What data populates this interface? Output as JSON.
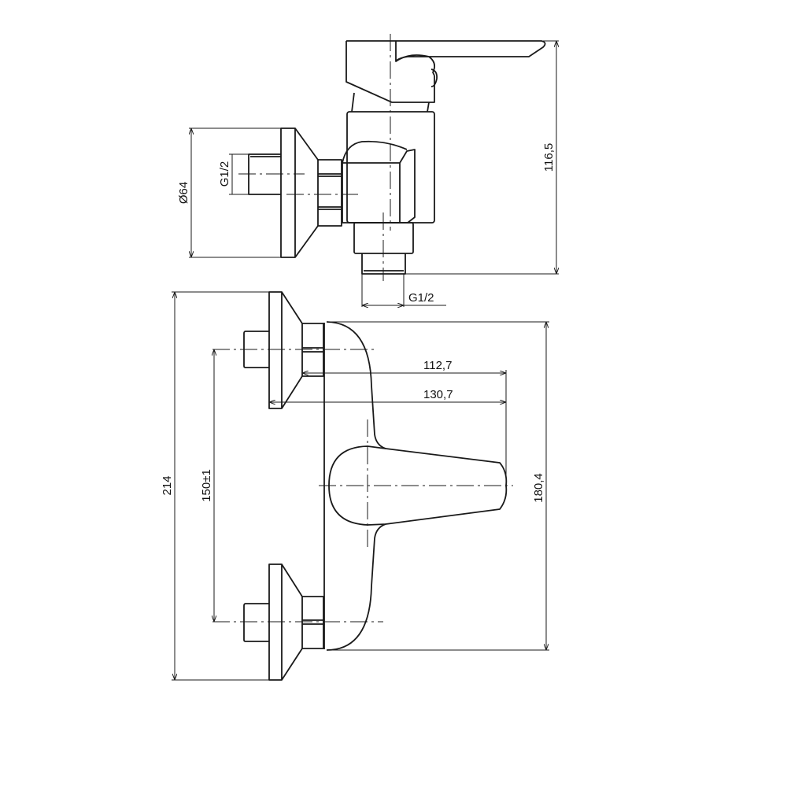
{
  "drawing": {
    "side_view": {
      "dimension_diameter": "Ø64",
      "dimension_inlet_thread": "G1/2",
      "dimension_height": "116,5",
      "dimension_outlet_thread": "G1/2"
    },
    "front_view": {
      "dimension_total_height": "214",
      "dimension_inlet_spacing": "150±1",
      "dimension_depth_1": "112,7",
      "dimension_depth_2": "130,7",
      "dimension_body_height": "180,4"
    },
    "colors": {
      "line": "#1a1a1a",
      "background": "#ffffff"
    }
  }
}
